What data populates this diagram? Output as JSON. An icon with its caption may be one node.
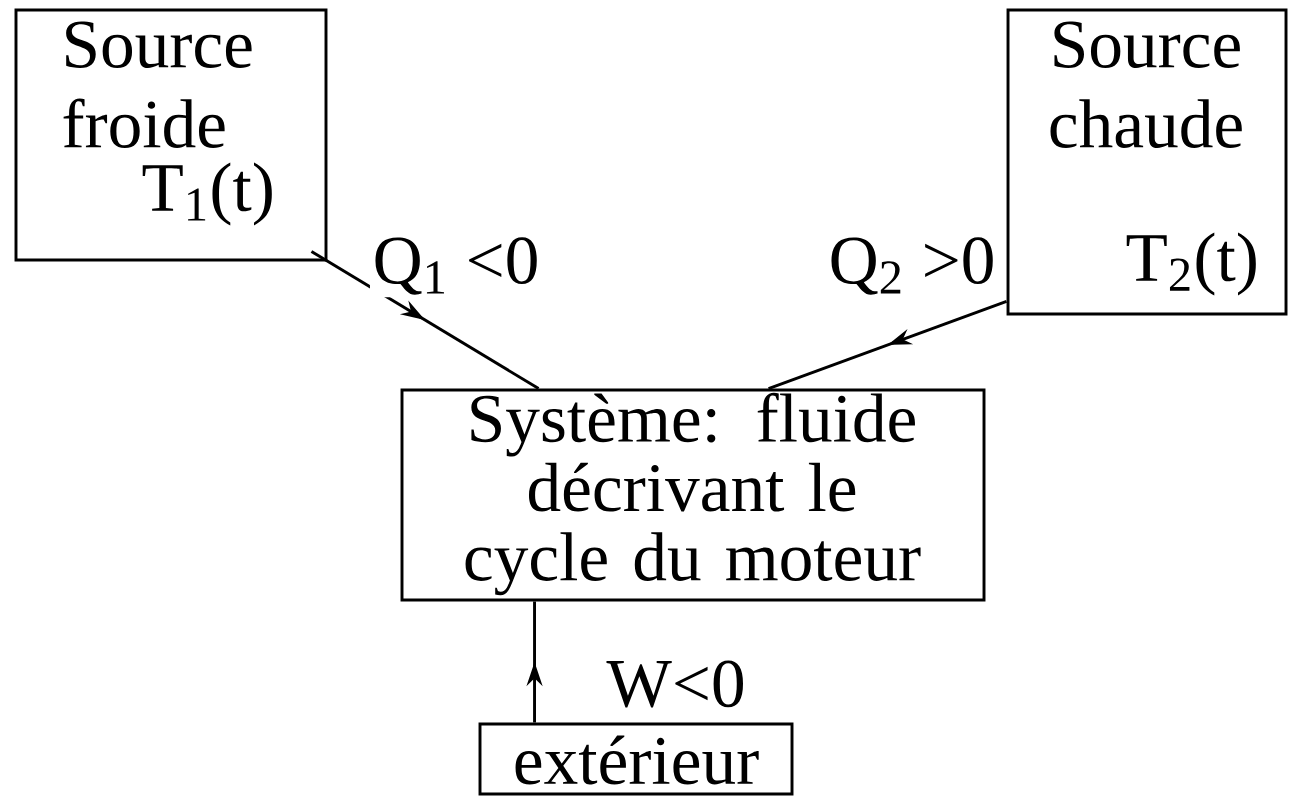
{
  "diagram": {
    "nodes": [
      {
        "text": [
          "Source froide",
          "T$_{1}$(t)"
        ]
      },
      {
        "text": [
          "Source chaude",
          "T$_{2}$(t)"
        ]
      },
      {
        "text": [
          "Système: fluide décrivant le cycle du moteur"
        ]
      },
      {
        "text": [
          "extérieur"
        ]
      }
    ],
    "edges": [
      {
        "from": 0,
        "to": 2,
        "arrow": "to",
        "label": "Q$_{1}$ <0"
      },
      {
        "from": 1,
        "to": 2,
        "arrow": "to",
        "label": "Q$_{2}$ >0"
      },
      {
        "from": 3,
        "to": 2,
        "arrow": "to",
        "label": "W<0"
      }
    ]
  }
}
